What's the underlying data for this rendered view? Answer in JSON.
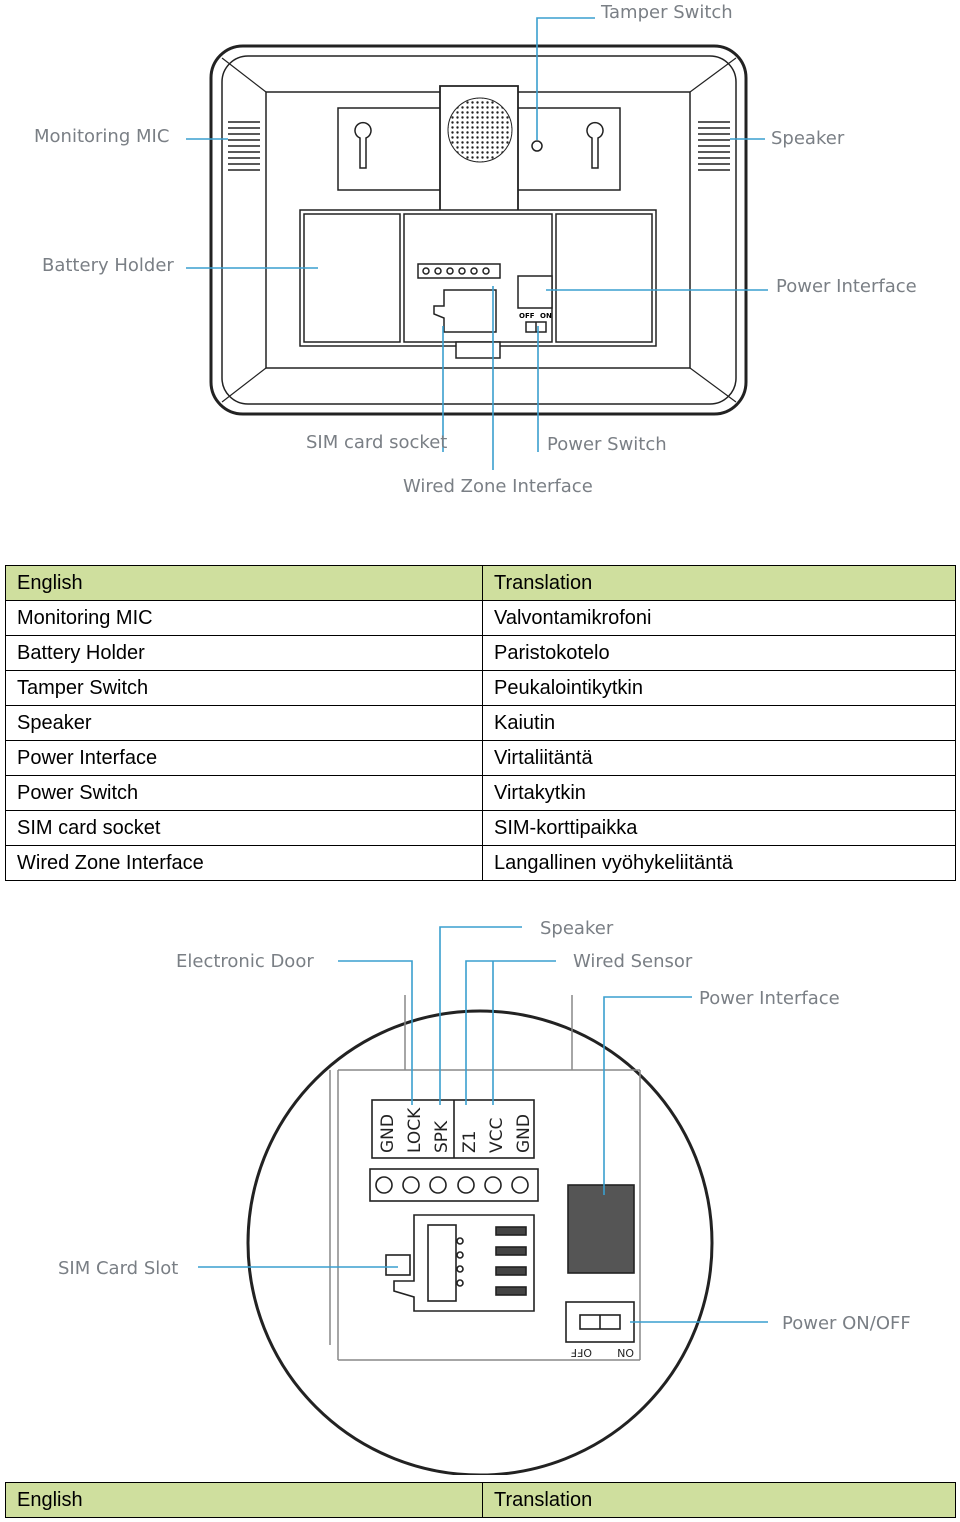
{
  "diagram_top": {
    "labels": {
      "tamper_switch": "Tamper Switch",
      "monitoring_mic": "Monitoring MIC",
      "speaker": "Speaker",
      "battery_holder": "Battery Holder",
      "power_interface": "Power Interface",
      "sim_card_socket": "SIM card socket",
      "power_switch": "Power Switch",
      "wired_zone_interface": "Wired Zone Interface",
      "switch_off": "OFF",
      "switch_on": "ON"
    }
  },
  "table_1": {
    "header": {
      "english": "English",
      "translation": "Translation"
    },
    "rows": [
      {
        "english": "Monitoring MIC",
        "translation": "Valvontamikrofoni"
      },
      {
        "english": "Battery Holder",
        "translation": "Paristokotelo"
      },
      {
        "english": "Tamper Switch",
        "translation": "Peukalointikytkin"
      },
      {
        "english": "Speaker",
        "translation": "Kaiutin"
      },
      {
        "english": "Power Interface",
        "translation": "Virtaliitäntä"
      },
      {
        "english": "Power Switch",
        "translation": "Virtakytkin"
      },
      {
        "english": "SIM card socket",
        "translation": "SIM-korttipaikka"
      },
      {
        "english": "Wired Zone Interface",
        "translation": "Langallinen vyöhykeliitäntä"
      }
    ]
  },
  "diagram_bottom": {
    "labels": {
      "speaker": "Speaker",
      "electronic_door": "Electronic Door",
      "wired_sensor": "Wired Sensor",
      "power_interface": "Power Interface",
      "sim_card_slot": "SIM Card Slot",
      "power_on_off": "Power ON/OFF",
      "switch_off": "OFF",
      "switch_on": "ON"
    },
    "terminals": [
      "GND",
      "LOCK",
      "SPK",
      "Z1",
      "VCC",
      "GND"
    ]
  },
  "table_2": {
    "header": {
      "english": "English",
      "translation": "Translation"
    }
  },
  "colors": {
    "table_header": "#cfdf9e",
    "callout_line": "#3a9fcf",
    "callout_text": "#7a7f85"
  }
}
